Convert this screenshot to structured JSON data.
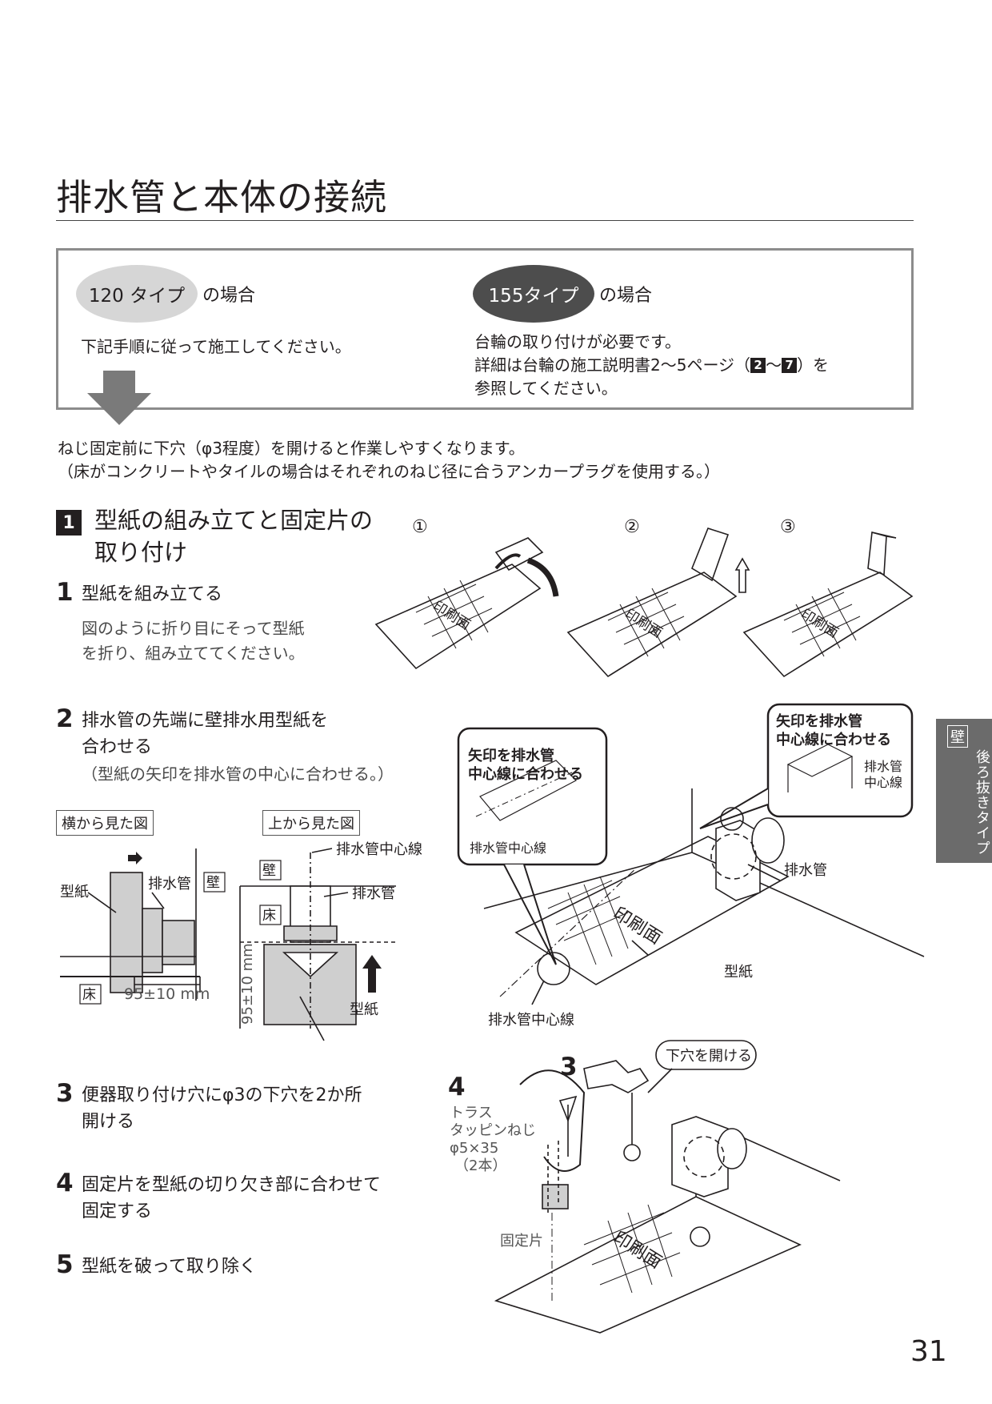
{
  "title": "排水管と本体の接続",
  "types": {
    "t120": {
      "pill": "120 タイプ",
      "suffix": "の場合",
      "text": "下記手順に従って施工してください。"
    },
    "t155": {
      "pill": "155タイプ",
      "suffix": "の場合",
      "line1": "台輪の取り付けが必要です。",
      "line2_pre": "詳細は台輪の施工説明書2～5ページ（",
      "ref_a": "2",
      "tilde": "～",
      "ref_b": "7",
      "line2_post": "）を",
      "line3": "参照してください。"
    }
  },
  "note": {
    "line1": "ねじ固定前に下穴（φ3程度）を開けると作業しやすくなります。",
    "line2": "（床がコンクリートやタイルの場合はそれぞれのねじ径に合うアンカープラグを使用する。）"
  },
  "section": {
    "num": "1",
    "title_l1": "型紙の組み立てと固定片の",
    "title_l2": "取り付け"
  },
  "steps": [
    {
      "num": "1",
      "title": "型紙を組み立てる",
      "desc1": "図のように折り目にそって型紙",
      "desc2": "を折り、組み立ててください。"
    },
    {
      "num": "2",
      "title1": "排水管の先端に壁排水用型紙を",
      "title2": "合わせる",
      "desc": "（型紙の矢印を排水管の中心に合わせる。）"
    },
    {
      "num": "3",
      "title1": "便器取り付け穴にφ3の下穴を2か所",
      "title2": "開ける"
    },
    {
      "num": "4",
      "title1": "固定片を型紙の切り欠き部に合わせて",
      "title2": "固定する"
    },
    {
      "num": "5",
      "title": "型紙を破って取り除く"
    }
  ],
  "fold_steps": [
    "①",
    "②",
    "③"
  ],
  "print_face": "印刷面",
  "side_view": {
    "label": "横から見た図",
    "paper": "型紙",
    "pipe": "排水管",
    "wall": "壁",
    "floor": "床",
    "dim": "95±10 mm"
  },
  "top_view": {
    "label": "上から見た図",
    "wall": "壁",
    "floor": "床",
    "center": "排水管中心線",
    "pipe": "排水管",
    "paper": "型紙",
    "dim": "95±10 mm"
  },
  "callout_left": {
    "line1": "矢印を排水管",
    "line2": "中心線に合わせる",
    "center": "排水管中心線"
  },
  "callout_right": {
    "line1": "矢印を排水管",
    "line2": "中心線に合わせる",
    "center1": "排水管",
    "center2": "中心線"
  },
  "iso_labels": {
    "pipe": "排水管",
    "paper": "型紙",
    "center": "排水管中心線"
  },
  "bottom": {
    "step3": "3",
    "step4": "4",
    "drill_call": "下穴を開ける",
    "screw1": "トラス",
    "screw2": "タッピンねじ",
    "screw3": "φ5×35",
    "screw4": "（2本）",
    "fixer": "固定片"
  },
  "side_tab": {
    "kanji": "壁",
    "text": "後ろ抜きタイプ"
  },
  "page_number": "31"
}
